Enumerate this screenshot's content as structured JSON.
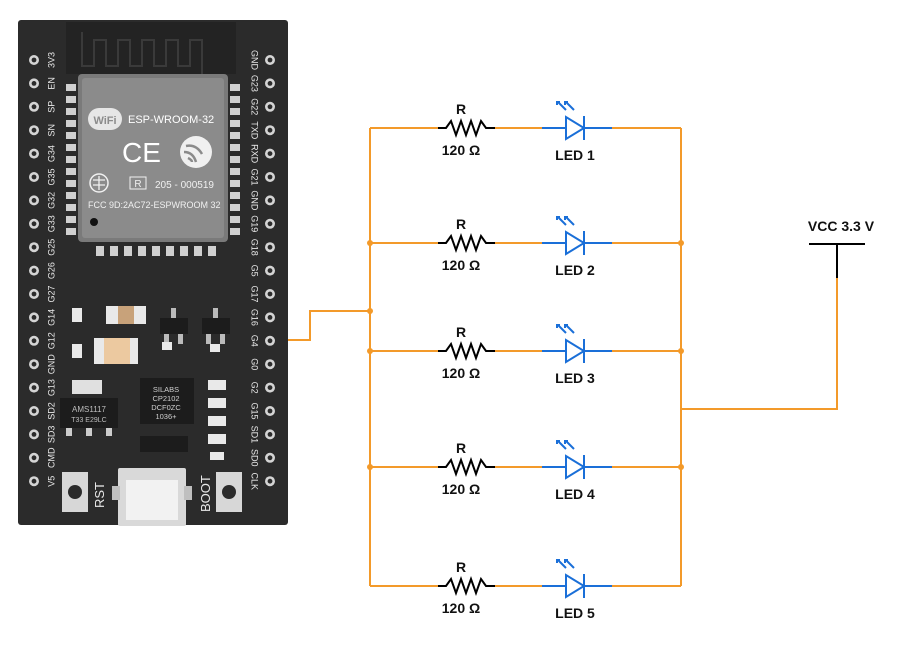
{
  "board": {
    "module_brand": "ESP-WROOM-32",
    "wifi_logo": "WiFi",
    "ce_mark": "CE",
    "cert_r_mark": "R",
    "cert_number": "205 - 000519",
    "fcc_id": "FCC 9D:2AC72-ESPWROOM 32",
    "regulator_ic": "AMS1117",
    "regulator_ic_sub": "T33 E29LC",
    "usb_uart_ic_line1": "SILABS",
    "usb_uart_ic_line2": "CP2102",
    "usb_uart_ic_line3": "DCF0ZC",
    "usb_uart_ic_line4": "1036+",
    "rst_label": "RST",
    "boot_label": "BOOT",
    "left_pins": [
      "3V3",
      "EN",
      "SP",
      "SN",
      "G34",
      "G35",
      "G32",
      "G33",
      "G25",
      "G26",
      "G27",
      "G14",
      "G12",
      "GND",
      "G13",
      "SD2",
      "SD3",
      "CMD",
      "V5"
    ],
    "right_pins": [
      "GND",
      "G23",
      "G22",
      "TXD",
      "RXD",
      "G21",
      "GND",
      "G19",
      "G18",
      "G5",
      "G17",
      "G16",
      "G4",
      "G0",
      "G2",
      "G15",
      "SD1",
      "SD0",
      "CLK"
    ]
  },
  "circuit": {
    "vcc_label": "VCC 3.3 V",
    "branches": [
      {
        "resistor_label": "R",
        "resistor_value": "120 Ω",
        "led_label": "LED 1"
      },
      {
        "resistor_label": "R",
        "resistor_value": "120 Ω",
        "led_label": "LED 2"
      },
      {
        "resistor_label": "R",
        "resistor_value": "120 Ω",
        "led_label": "LED 3"
      },
      {
        "resistor_label": "R",
        "resistor_value": "120 Ω",
        "led_label": "LED 4"
      },
      {
        "resistor_label": "R",
        "resistor_value": "120 Ω",
        "led_label": "LED 5"
      }
    ],
    "colors": {
      "wire": "#f39a2a",
      "led": "#1a6fd8",
      "board": "#2b2b2b"
    }
  }
}
